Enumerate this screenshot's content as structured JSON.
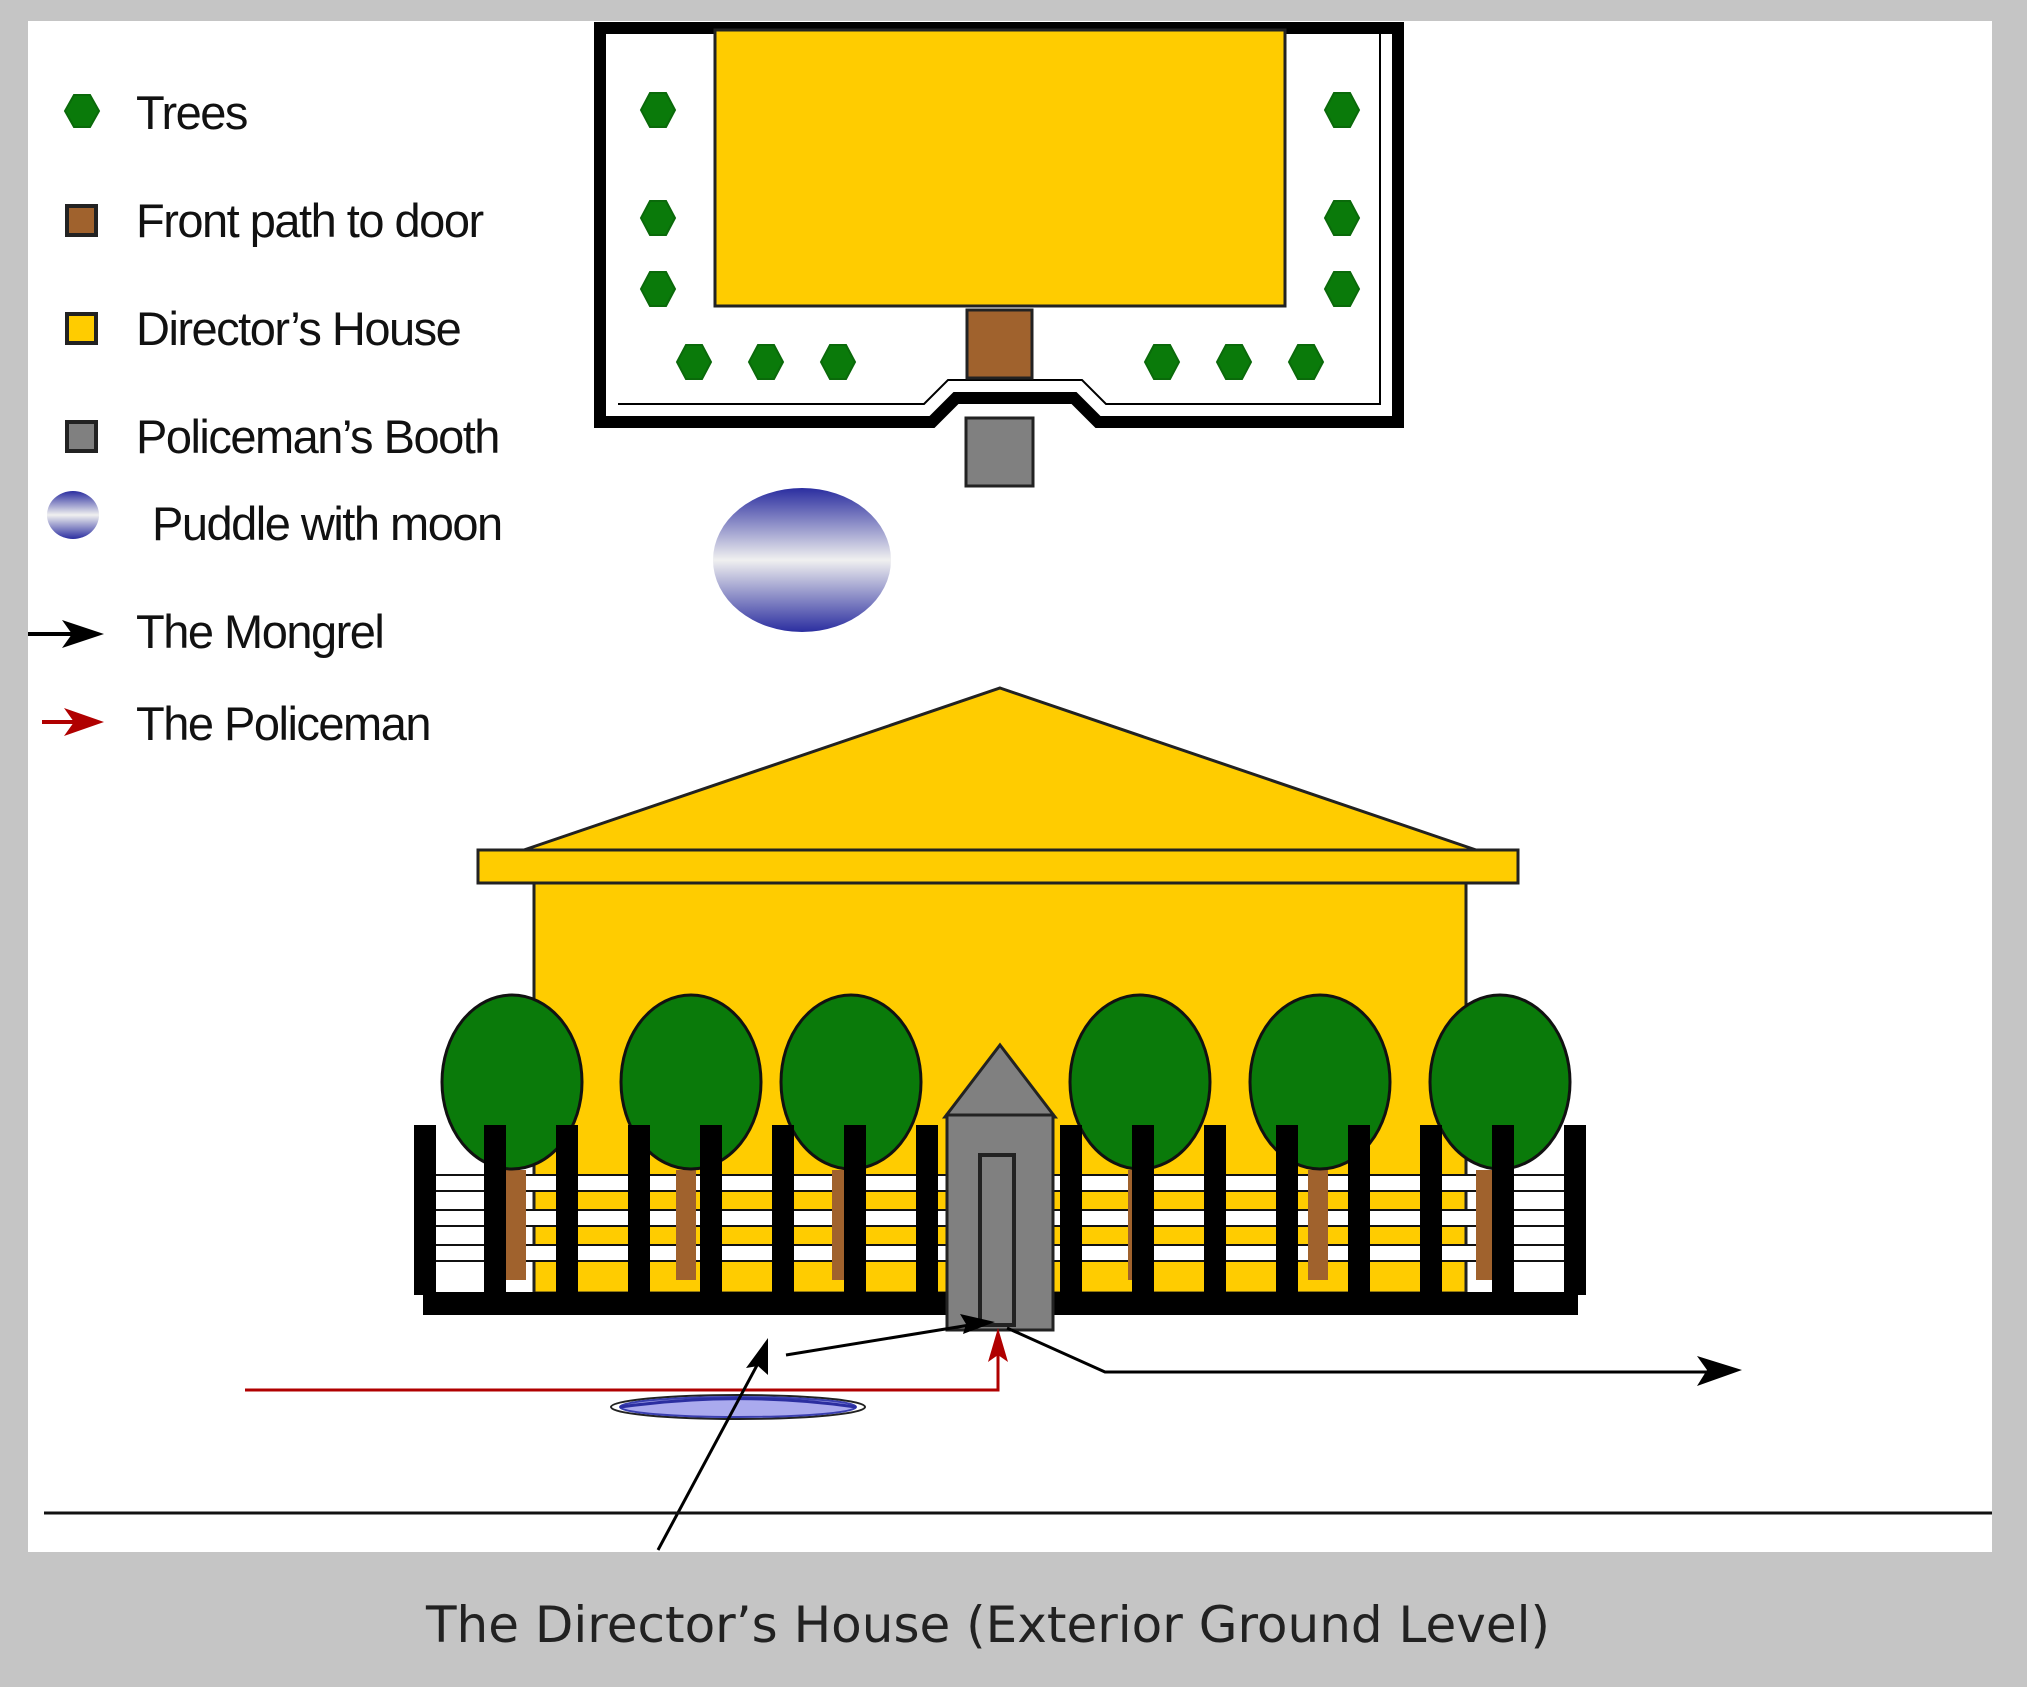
{
  "legend": {
    "trees": "Trees",
    "front_path": "Front path to door",
    "directors_house": "Director’s House",
    "policemans_booth": "Policeman’s Booth",
    "puddle": "Puddle with moon",
    "mongrel": "The Mongrel",
    "policeman": "The Policeman"
  },
  "caption": "The Director’s House (Exterior Ground Level)",
  "colors": {
    "house": "#ffcc00",
    "tree": "#0a7a0a",
    "path": "#a0622d",
    "booth": "#808080",
    "puddle": "#3a3fb0",
    "mongrel_arrow": "#000000",
    "policeman_arrow": "#b00000",
    "frame": "#c5c5c5",
    "panel": "#ffffff"
  }
}
